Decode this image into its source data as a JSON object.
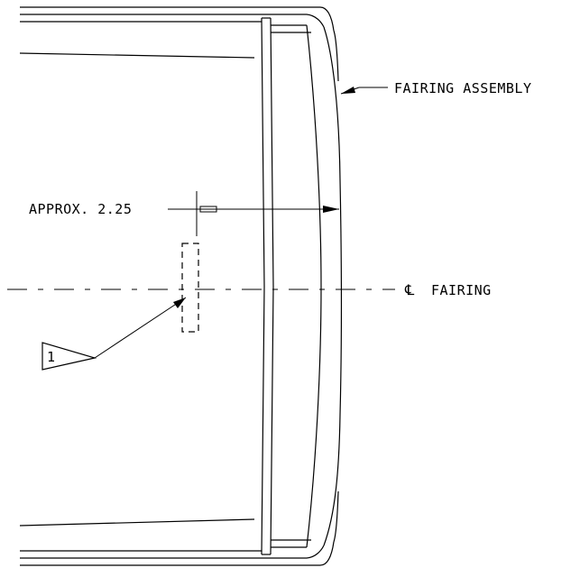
{
  "labels": {
    "fairing_assembly": "FAIRING ASSEMBLY",
    "dimension": "APPROX. 2.25",
    "centerline_symbol": "℄",
    "centerline_text": "FAIRING",
    "note_flag_number": "1"
  }
}
